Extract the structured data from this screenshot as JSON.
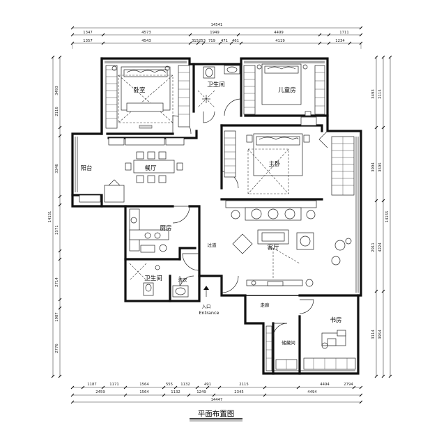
{
  "title": "平面布置图",
  "rooms": {
    "bedroom_1": "卧室",
    "bathroom_1": "卫生间",
    "bedroom_2": "儿童房",
    "balcony": "阳台",
    "dining": "餐厅",
    "master_bedroom": "主卧",
    "kitchen": "厨房",
    "corridor": "过道",
    "living": "客厅",
    "bathroom_2": "卫生间",
    "laundry": "洗衣",
    "entrance_cn": "入口",
    "entrance_en": "Entrance",
    "aisle": "走廊",
    "storage": "储藏间",
    "study": "书房"
  },
  "dimensions": {
    "top_total": "14541",
    "top_row1": [
      "1347",
      "4573",
      "1949",
      "4499",
      "1711"
    ],
    "top_row2": [
      "1357",
      "4543",
      "315",
      "253",
      "719",
      "471",
      "461",
      "4119",
      "1234"
    ],
    "bottom_total": "14447",
    "bottom_row1": [
      "1187",
      "1171",
      "1564",
      "555",
      "1132",
      "491",
      "2115",
      "4494",
      "2794"
    ],
    "bottom_row2": [
      "2459",
      "1564",
      "1132",
      "1249",
      "2345",
      "4494"
    ],
    "left_total": "14151",
    "right_total": "14155",
    "left_col1": [
      "3493",
      "2116",
      "3346",
      "2571",
      "2714",
      "1987",
      "2776"
    ],
    "right_col1": [
      "2115",
      "3595",
      "4224",
      "3954"
    ],
    "right_col2": [
      "3493",
      "3994",
      "2911",
      "3114"
    ]
  }
}
